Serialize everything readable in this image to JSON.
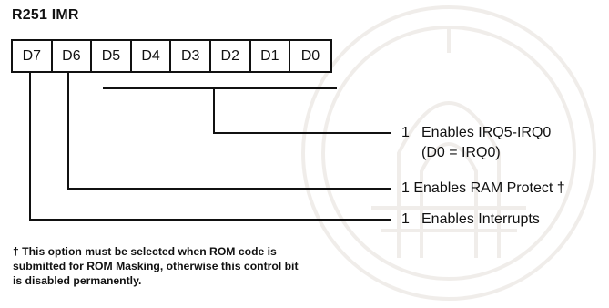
{
  "register": {
    "title": "R251 IMR",
    "bits": [
      "D7",
      "D6",
      "D5",
      "D4",
      "D3",
      "D2",
      "D1",
      "D0"
    ]
  },
  "descriptions": {
    "irq": {
      "value": "1",
      "text": "Enables IRQ5-IRQ0",
      "subtext": "(D0 = IRQ0)"
    },
    "ram": {
      "value": "1",
      "text": "Enables RAM Protect †"
    },
    "interrupts": {
      "value": "1",
      "text": "Enables Interrupts"
    }
  },
  "footnote": {
    "line1": "† This option must be selected when ROM code is",
    "line2": "submitted for ROM Masking, otherwise this control bit",
    "line3": "is disabled permanently."
  },
  "colors": {
    "ink": "#111111",
    "background": "#ffffff",
    "watermark": "#7a5a3a"
  }
}
